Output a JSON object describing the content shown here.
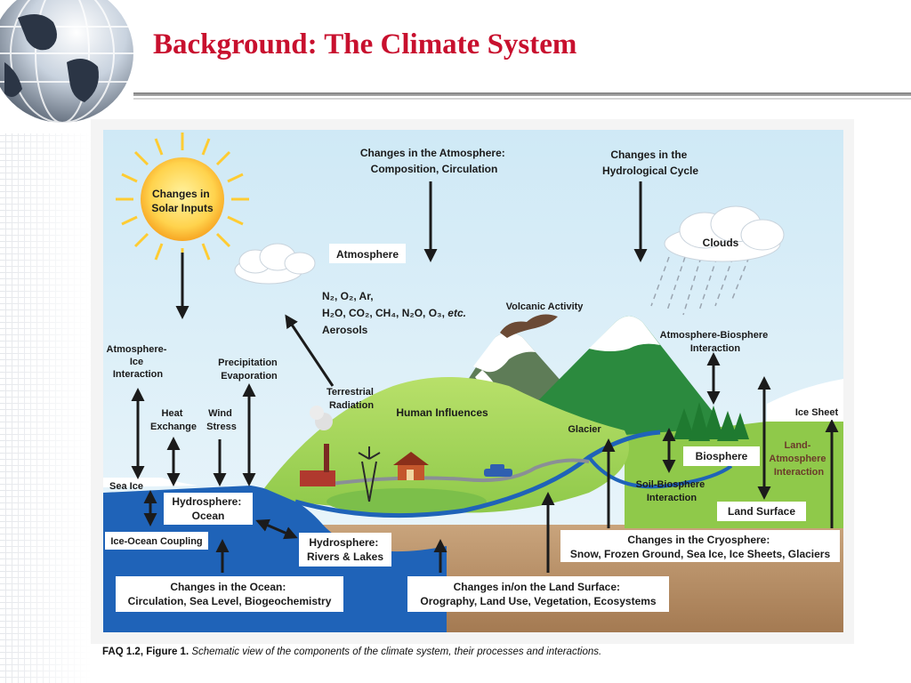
{
  "slide": {
    "title": "Background: The Climate System"
  },
  "caption": {
    "label": "FAQ 1.2, Figure 1.",
    "text": " Schematic view of the components of the climate system, their processes and interactions."
  },
  "labels": {
    "atmosphere_changes": [
      "Changes in the Atmosphere:",
      "Composition, Circulation"
    ],
    "hydro_cycle": [
      "Changes in the",
      "Hydrological Cycle"
    ],
    "solar": [
      "Changes in",
      "Solar Inputs"
    ],
    "atmosphere": "Atmosphere",
    "gases": {
      "line1": "N₂, O₂, Ar,",
      "line2": "H₂O, CO₂, CH₄, N₂O, O₃,",
      "line2_etc": "etc.",
      "line3": "Aerosols"
    },
    "clouds": "Clouds",
    "volcanic": "Volcanic Activity",
    "atm_bio": [
      "Atmosphere-Biosphere",
      "Interaction"
    ],
    "atm_ice": [
      "Atmosphere-",
      "Ice",
      "Interaction"
    ],
    "precip": [
      "Precipitation",
      "Evaporation"
    ],
    "terrestrial": [
      "Terrestrial",
      "Radiation"
    ],
    "heat": [
      "Heat",
      "Exchange"
    ],
    "wind": [
      "Wind",
      "Stress"
    ],
    "human": "Human Influences",
    "glacier": "Glacier",
    "ice_sheet": "Ice Sheet",
    "biosphere": "Biosphere",
    "land_atm": [
      "Land-",
      "Atmosphere",
      "Interaction"
    ],
    "sea_ice": "Sea Ice",
    "hydro_ocean": [
      "Hydrosphere:",
      "Ocean"
    ],
    "soil_bio": [
      "Soil-Biosphere",
      "Interaction"
    ],
    "land_surface": "Land Surface",
    "ice_ocean": "Ice-Ocean Coupling",
    "hydro_rivers": [
      "Hydrosphere:",
      "Rivers & Lakes"
    ],
    "cryo": [
      "Changes in the Cryosphere:",
      "Snow, Frozen Ground, Sea Ice, Ice Sheets, Glaciers"
    ],
    "ocean_changes": [
      "Changes in the Ocean:",
      "Circulation, Sea Level, Biogeochemistry"
    ],
    "land_changes": [
      "Changes in/on the Land Surface:",
      "Orography, Land Use, Vegetation, Ecosystems"
    ]
  }
}
